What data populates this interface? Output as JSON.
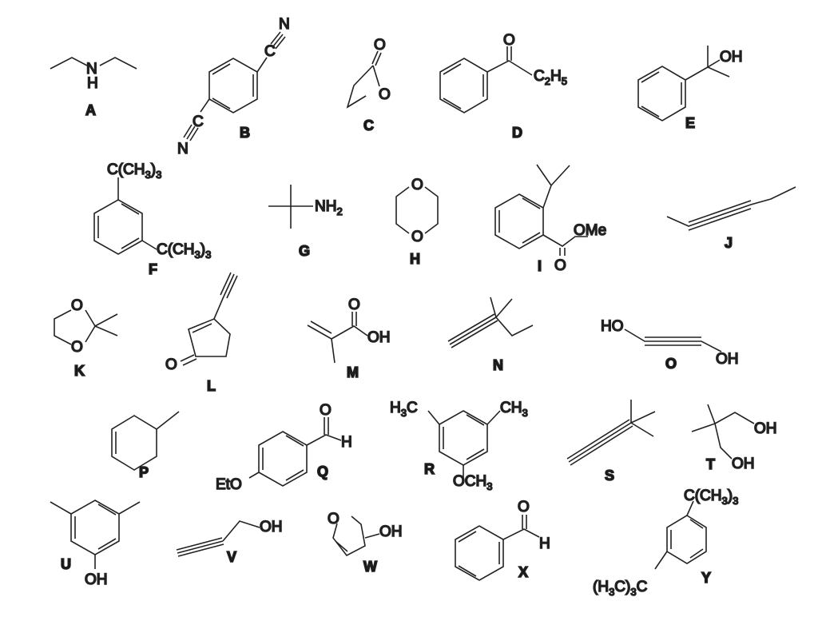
{
  "compounds": [
    {
      "letter": "A",
      "atoms": [
        "N",
        "H"
      ]
    },
    {
      "letter": "B",
      "atoms": [
        "N",
        "C",
        "C",
        "N"
      ]
    },
    {
      "letter": "C",
      "atoms": [
        "O",
        "O"
      ]
    },
    {
      "letter": "D",
      "atoms": [
        "O",
        "C",
        "2",
        "H",
        "5"
      ]
    },
    {
      "letter": "E",
      "atoms": [
        "OH"
      ]
    },
    {
      "letter": "F",
      "atoms": [
        "C(CH",
        "3",
        ")",
        "3",
        "C(CH",
        "3",
        ")",
        "3"
      ]
    },
    {
      "letter": "G",
      "atoms": [
        "NH",
        "2"
      ]
    },
    {
      "letter": "H",
      "atoms": [
        "O",
        "O"
      ]
    },
    {
      "letter": "I",
      "atoms": [
        "OMe",
        "O"
      ]
    },
    {
      "letter": "J",
      "atoms": []
    },
    {
      "letter": "K",
      "atoms": [
        "O",
        "O"
      ]
    },
    {
      "letter": "L",
      "atoms": [
        "O"
      ]
    },
    {
      "letter": "M",
      "atoms": [
        "O",
        "OH"
      ]
    },
    {
      "letter": "N",
      "atoms": []
    },
    {
      "letter": "O",
      "atoms": [
        "HO",
        "OH"
      ]
    },
    {
      "letter": "P",
      "atoms": []
    },
    {
      "letter": "Q",
      "atoms": [
        "O",
        "H",
        "EtO"
      ]
    },
    {
      "letter": "R",
      "atoms": [
        "H",
        "3",
        "C",
        "CH",
        "3",
        "OCH",
        "3"
      ]
    },
    {
      "letter": "S",
      "atoms": []
    },
    {
      "letter": "T",
      "atoms": [
        "OH",
        "OH"
      ]
    },
    {
      "letter": "U",
      "atoms": [
        "OH"
      ]
    },
    {
      "letter": "V",
      "atoms": [
        "OH"
      ]
    },
    {
      "letter": "W",
      "atoms": [
        "O",
        "OH"
      ]
    },
    {
      "letter": "X",
      "atoms": [
        "O",
        "H"
      ]
    },
    {
      "letter": "Y",
      "atoms": [
        "C(CH",
        "3",
        ")",
        "3",
        "(H",
        "3",
        "C)",
        "3",
        "C"
      ]
    }
  ]
}
